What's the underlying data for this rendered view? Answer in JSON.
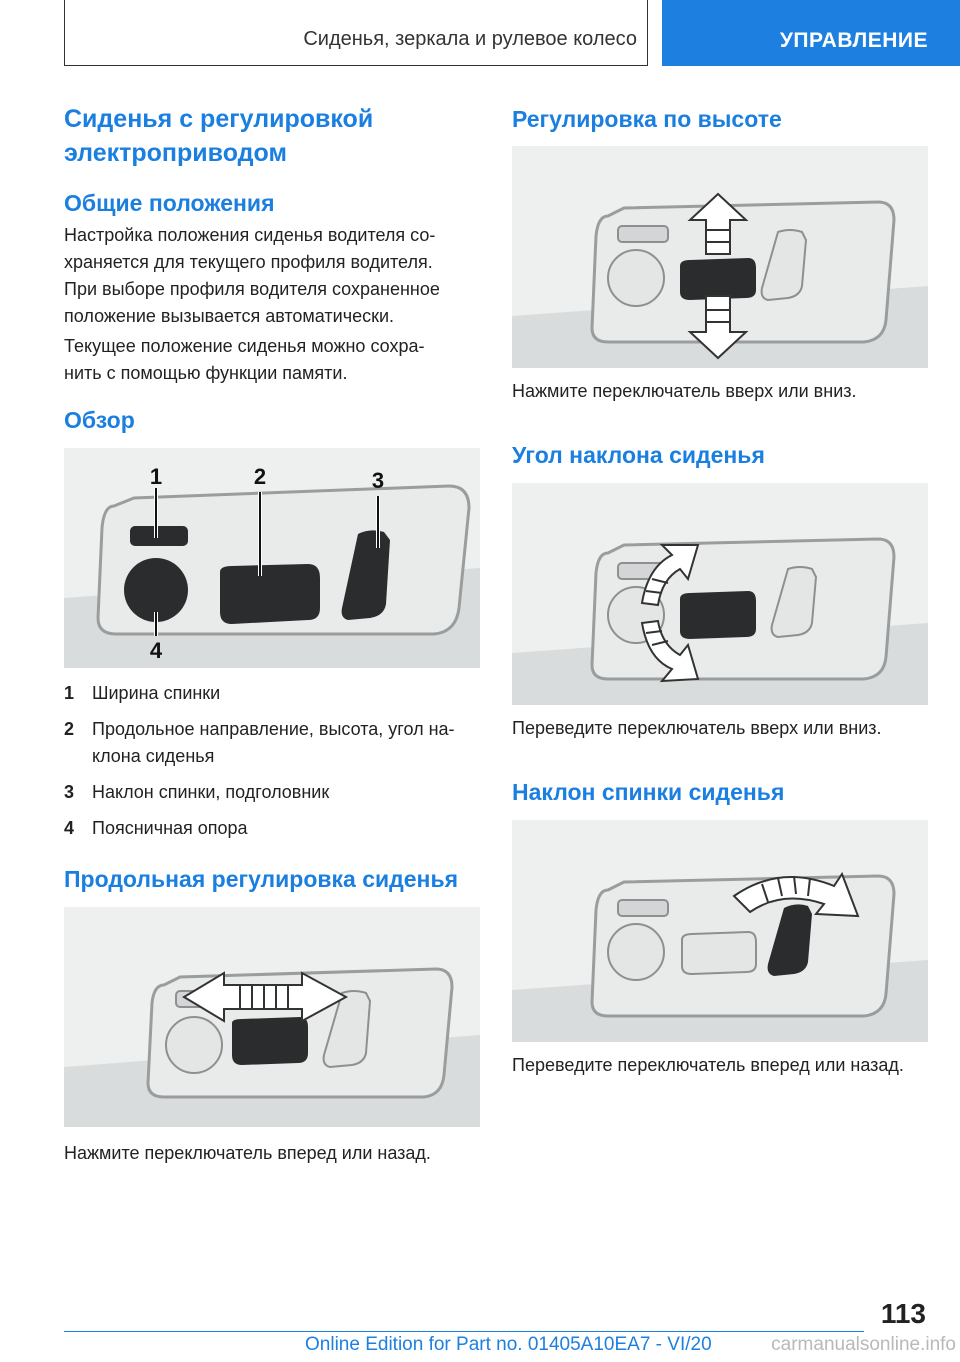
{
  "header": {
    "section": "Сиденья, зеркала и рулевое колесо",
    "chapter": "УПРАВЛЕНИЕ"
  },
  "left": {
    "title_line1": "Сиденья с регулировкой",
    "title_line2": "электроприводом",
    "general_heading": "Общие положения",
    "general_p1": [
      "Настройка положения сиденья водителя со-",
      "храняется для текущего профиля водителя.",
      "При выборе профиля водителя сохраненное",
      "положение вызывается автоматически."
    ],
    "general_p2": [
      "Текущее положение сиденья можно сохра-",
      "нить с помощью функции памяти."
    ],
    "overview_heading": "Обзор",
    "callouts": [
      "1",
      "2",
      "3",
      "4"
    ],
    "legend": [
      {
        "num": "1",
        "text": "Ширина спинки"
      },
      {
        "num": "2",
        "text": "Продольное направление, высота, угол на-\nклона сиденья"
      },
      {
        "num": "3",
        "text": "Наклон спинки, подголовник"
      },
      {
        "num": "4",
        "text": "Поясничная опора"
      }
    ],
    "longitudinal_heading": "Продольная регулировка сиденья",
    "longitudinal_caption": "Нажмите переключатель вперед или назад."
  },
  "right": {
    "height_heading": "Регулировка по высоте",
    "height_caption": "Нажмите переключатель вверх или вниз.",
    "tilt_heading": "Угол наклона сиденья",
    "tilt_caption": "Переведите переключатель вверх или вниз.",
    "backrest_heading": "Наклон спинки сиденья",
    "backrest_caption": "Переведите переключатель вперед или назад."
  },
  "footer": {
    "page_number": "113",
    "edition": "Online Edition for Part no. 01405A10EA7 - VI/20",
    "watermark": "carmanualsonline.info"
  }
}
